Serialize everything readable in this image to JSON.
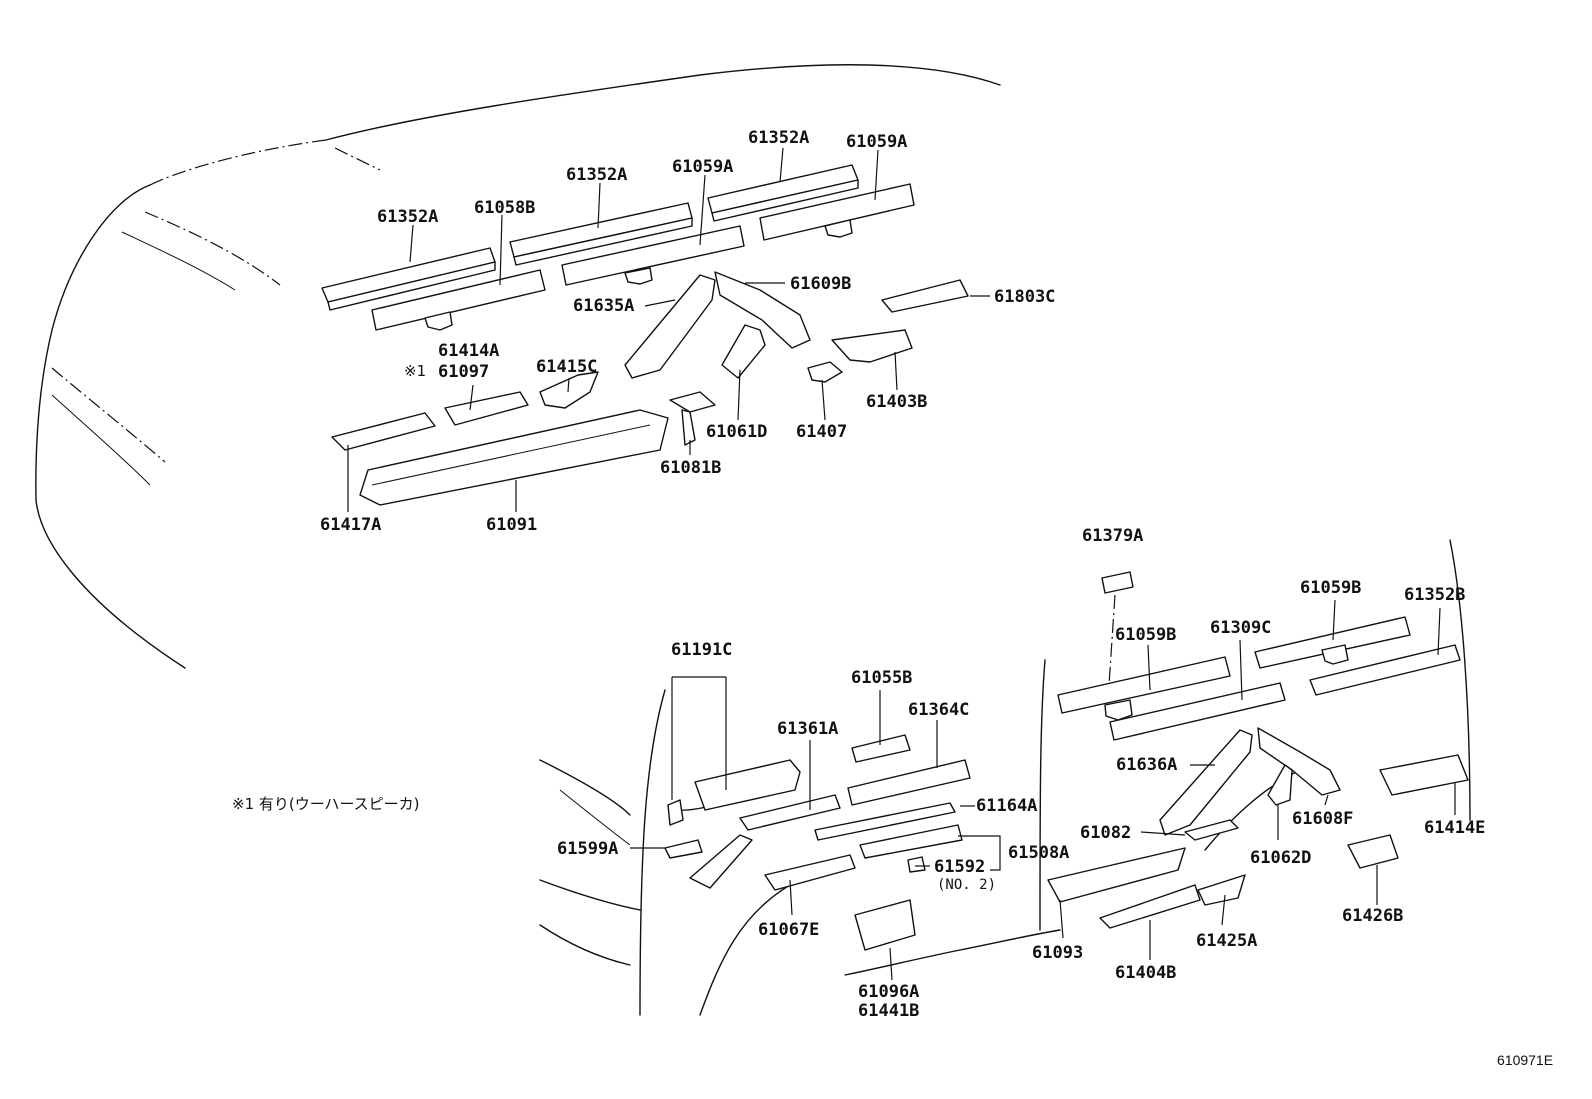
{
  "labels": {
    "p61352A_1": "61352A",
    "p61058B": "61058B",
    "p61352A_2": "61352A",
    "p61059A_1": "61059A",
    "p61352A_3": "61352A",
    "p61059A_2": "61059A",
    "p61635A": "61635A",
    "p61609B": "61609B",
    "p61803C": "61803C",
    "p61414A": "61414A",
    "p61097_prefix": "※1",
    "p61097": "61097",
    "p61415C": "61415C",
    "p61403B": "61403B",
    "p61061D": "61061D",
    "p61407": "61407",
    "p61081B": "61081B",
    "p61417A": "61417A",
    "p61091": "61091",
    "p61379A": "61379A",
    "p61059B_1": "61059B",
    "p61352B": "61352B",
    "p61059B_2": "61059B",
    "p61309C": "61309C",
    "p61191C": "61191C",
    "p61055B": "61055B",
    "p61361A": "61361A",
    "p61364C": "61364C",
    "p61636A": "61636A",
    "p61164A": "61164A",
    "p61414E": "61414E",
    "p61608F": "61608F",
    "p61082": "61082",
    "p61599A": "61599A",
    "p61508A": "61508A",
    "p61592": "61592",
    "p61592_sub": "(NO. 2)",
    "p61062D": "61062D",
    "p61426B": "61426B",
    "p61067E": "61067E",
    "p61093": "61093",
    "p61425A": "61425A",
    "p61404B": "61404B",
    "p61096A": "61096A",
    "p61441B": "61441B"
  },
  "footnote": "※1 有り(ウーハースピーカ)",
  "figure_ref": "610971E"
}
